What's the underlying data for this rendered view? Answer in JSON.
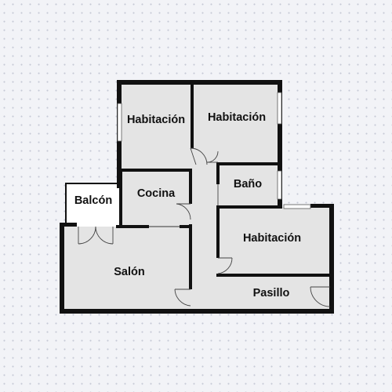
{
  "rooms": {
    "bedroom_top_left": "Habitación",
    "bedroom_top_right": "Habitación",
    "balcony": "Balcón",
    "kitchen": "Cocina",
    "bathroom": "Baño",
    "bedroom_right": "Habitación",
    "living_room": "Salón",
    "hallway": "Pasillo"
  },
  "colors": {
    "background": "#f2f3f7",
    "room_fill": "#e4e4e4",
    "wall": "#111111",
    "balcony_fill": "#ffffff"
  }
}
